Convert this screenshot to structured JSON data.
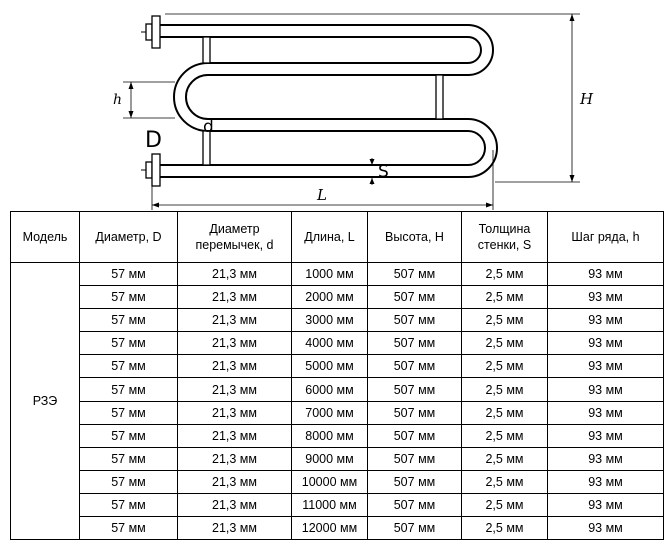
{
  "diagram": {
    "labels": {
      "h": "h",
      "d": "d",
      "D": "D",
      "S": "S",
      "L": "L",
      "H": "H"
    }
  },
  "table": {
    "headers": [
      "Модель",
      "Диаметр, D",
      "Диаметр перемычек, d",
      "Длина, L",
      "Высота, H",
      "Толщина стенки, S",
      "Шаг ряда, h"
    ],
    "model": "РЗЭ",
    "rows": [
      [
        "57 мм",
        "21,3 мм",
        "1000 мм",
        "507 мм",
        "2,5 мм",
        "93 мм"
      ],
      [
        "57 мм",
        "21,3 мм",
        "2000 мм",
        "507 мм",
        "2,5 мм",
        "93 мм"
      ],
      [
        "57 мм",
        "21,3 мм",
        "3000 мм",
        "507 мм",
        "2,5 мм",
        "93 мм"
      ],
      [
        "57 мм",
        "21,3 мм",
        "4000 мм",
        "507 мм",
        "2,5 мм",
        "93 мм"
      ],
      [
        "57 мм",
        "21,3 мм",
        "5000 мм",
        "507 мм",
        "2,5 мм",
        "93 мм"
      ],
      [
        "57 мм",
        "21,3 мм",
        "6000 мм",
        "507 мм",
        "2,5 мм",
        "93 мм"
      ],
      [
        "57 мм",
        "21,3 мм",
        "7000 мм",
        "507 мм",
        "2,5 мм",
        "93 мм"
      ],
      [
        "57 мм",
        "21,3 мм",
        "8000 мм",
        "507 мм",
        "2,5 мм",
        "93 мм"
      ],
      [
        "57 мм",
        "21,3 мм",
        "9000 мм",
        "507 мм",
        "2,5 мм",
        "93 мм"
      ],
      [
        "57 мм",
        "21,3 мм",
        "10000 мм",
        "507 мм",
        "2,5 мм",
        "93 мм"
      ],
      [
        "57 мм",
        "21,3 мм",
        "11000 мм",
        "507 мм",
        "2,5 мм",
        "93 мм"
      ],
      [
        "57 мм",
        "21,3 мм",
        "12000 мм",
        "507 мм",
        "2,5 мм",
        "93 мм"
      ]
    ]
  }
}
